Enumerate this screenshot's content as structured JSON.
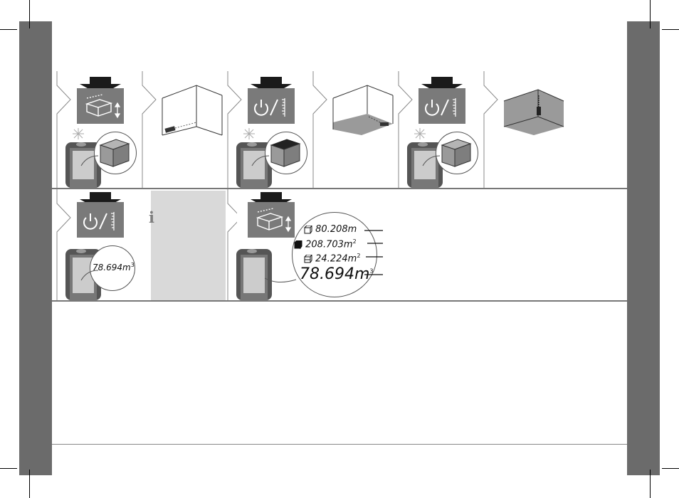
{
  "step_icons": [
    "volume-measure-icon",
    "room-corner-icon",
    "power-measure-icon",
    "floor-corner-icon",
    "power-measure-icon",
    "ceiling-corner-icon"
  ],
  "row2": {
    "bubble_value": "78.694",
    "bubble_unit": "m",
    "bubble_exp": "3",
    "info_glyph": "i"
  },
  "results": [
    {
      "icon": "length-cube-icon",
      "value": "80.208",
      "unit": "m",
      "exp": ""
    },
    {
      "icon": "solid-cube-icon",
      "value": "208.703",
      "unit": "m",
      "exp": "2"
    },
    {
      "icon": "area-cube-icon",
      "value": "24.224",
      "unit": "m",
      "exp": "2"
    },
    {
      "icon": "",
      "value": "78.694",
      "unit": "m",
      "exp": "3"
    }
  ]
}
